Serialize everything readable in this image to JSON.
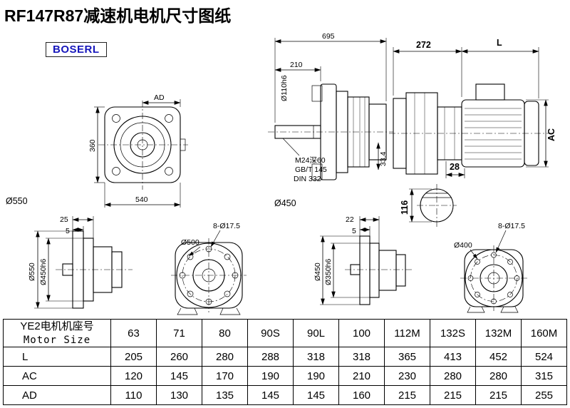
{
  "page": {
    "title": "RF147R87减速机电机尺寸图纸",
    "logo": "BOSERL"
  },
  "drawing": {
    "front": {
      "ad": "AD",
      "h360": "360",
      "w540": "540",
      "d550": "Ø550"
    },
    "side": {
      "len695": "695",
      "len210": "210",
      "shaft_dia": "Ø110h6",
      "tap1": "M24深60",
      "tap2": "GB/T 145",
      "tap3": "DIN 332",
      "step": "33.4",
      "flange_dia": "Ø450"
    },
    "motor": {
      "len272": "272",
      "lenL": "L",
      "ac": "AC",
      "key28": "28",
      "h116": "116"
    },
    "fsa": {
      "t25": "25",
      "t5": "5",
      "od": "Ø550",
      "sd": "Ø450h6"
    },
    "ffa": {
      "bc": "Ø500",
      "holes": "8-Ø17.5"
    },
    "fsb": {
      "t22": "22",
      "t5": "5",
      "od": "Ø450",
      "sd": "Ø350h6"
    },
    "ffb": {
      "bc": "Ø400",
      "holes": "8-Ø17.5"
    }
  },
  "table": {
    "header_cn": "YE2电机机座号",
    "header_en": "Motor Size",
    "columns": [
      "63",
      "71",
      "80",
      "90S",
      "90L",
      "100",
      "112M",
      "132S",
      "132M",
      "160M"
    ],
    "rows": [
      {
        "label": "L",
        "values": [
          "205",
          "260",
          "280",
          "288",
          "318",
          "318",
          "365",
          "413",
          "452",
          "524"
        ]
      },
      {
        "label": "AC",
        "values": [
          "120",
          "145",
          "170",
          "190",
          "190",
          "210",
          "230",
          "280",
          "280",
          "315"
        ]
      },
      {
        "label": "AD",
        "values": [
          "110",
          "130",
          "135",
          "145",
          "145",
          "160",
          "215",
          "215",
          "215",
          "255"
        ]
      }
    ]
  }
}
